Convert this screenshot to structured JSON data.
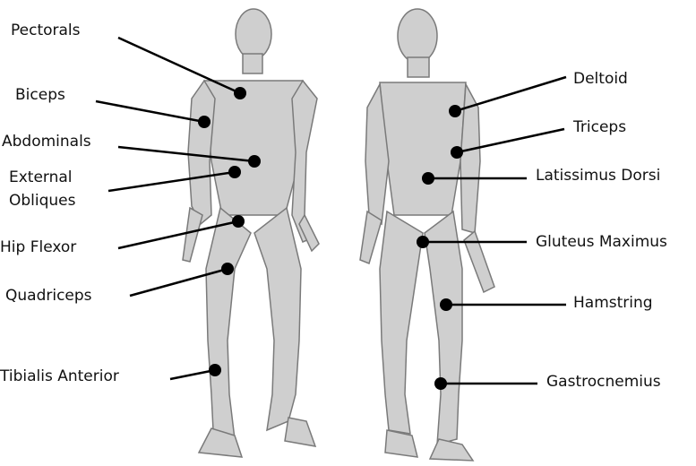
{
  "colors": {
    "background": "#ffffff",
    "muscle_fill": "#cfcfcf",
    "muscle_stroke": "#7a7a7a",
    "leader_line": "#000000",
    "dot": "#000000"
  },
  "figures": [
    {
      "name": "front-body-figure",
      "view": "front",
      "icon": "anterior-muscle-anatomy"
    },
    {
      "name": "back-body-figure",
      "view": "back",
      "icon": "posterior-muscle-anatomy"
    }
  ],
  "labels": {
    "pectorals": "Pectorals",
    "biceps": "Biceps",
    "abdominals": "Abdominals",
    "external": "External",
    "obliques": "Obliques",
    "hip_flexor": "Hip Flexor",
    "quadriceps": "Quadriceps",
    "tibialis_anterior": "Tibialis Anterior",
    "deltoid": "Deltoid",
    "triceps": "Triceps",
    "latissimus_dorsi": "Latissimus Dorsi",
    "gluteus_maximus": "Gluteus Maximus",
    "hamstring": "Hamstring",
    "gastrocnemius": "Gastrocnemius"
  }
}
